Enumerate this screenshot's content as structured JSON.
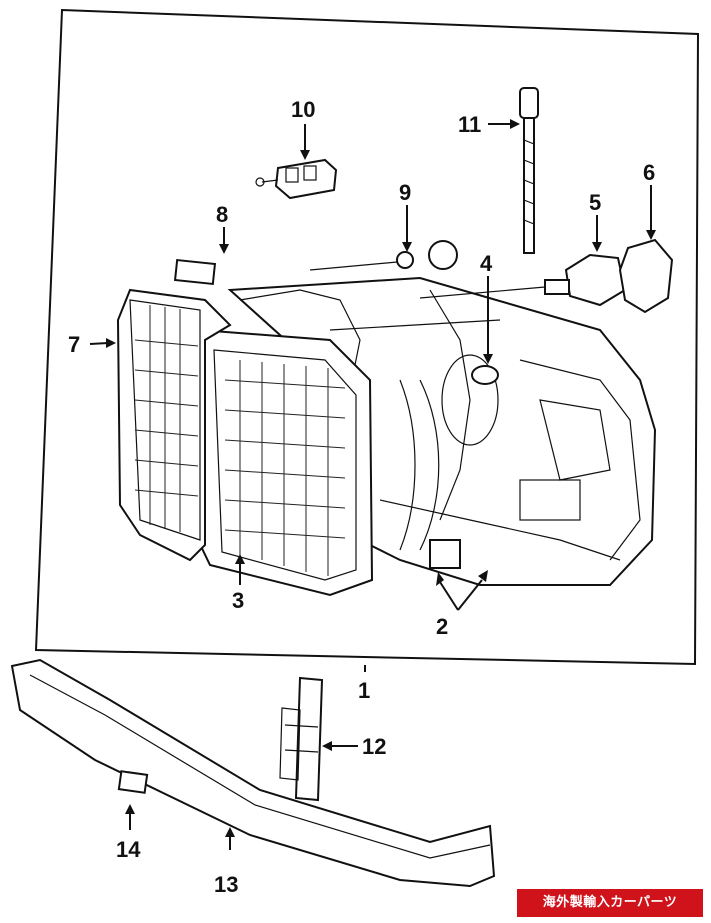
{
  "callouts": {
    "c1": "1",
    "c2": "2",
    "c3": "3",
    "c4": "4",
    "c5": "5",
    "c6": "6",
    "c7": "7",
    "c8": "8",
    "c9": "9",
    "c10": "10",
    "c11": "11",
    "c12": "12",
    "c13": "13",
    "c14": "14"
  },
  "watermark": {
    "text": "海外製輸入カーパーツ"
  },
  "colors": {
    "line": "#111111",
    "background": "#ffffff",
    "badge": "#d0121b"
  }
}
